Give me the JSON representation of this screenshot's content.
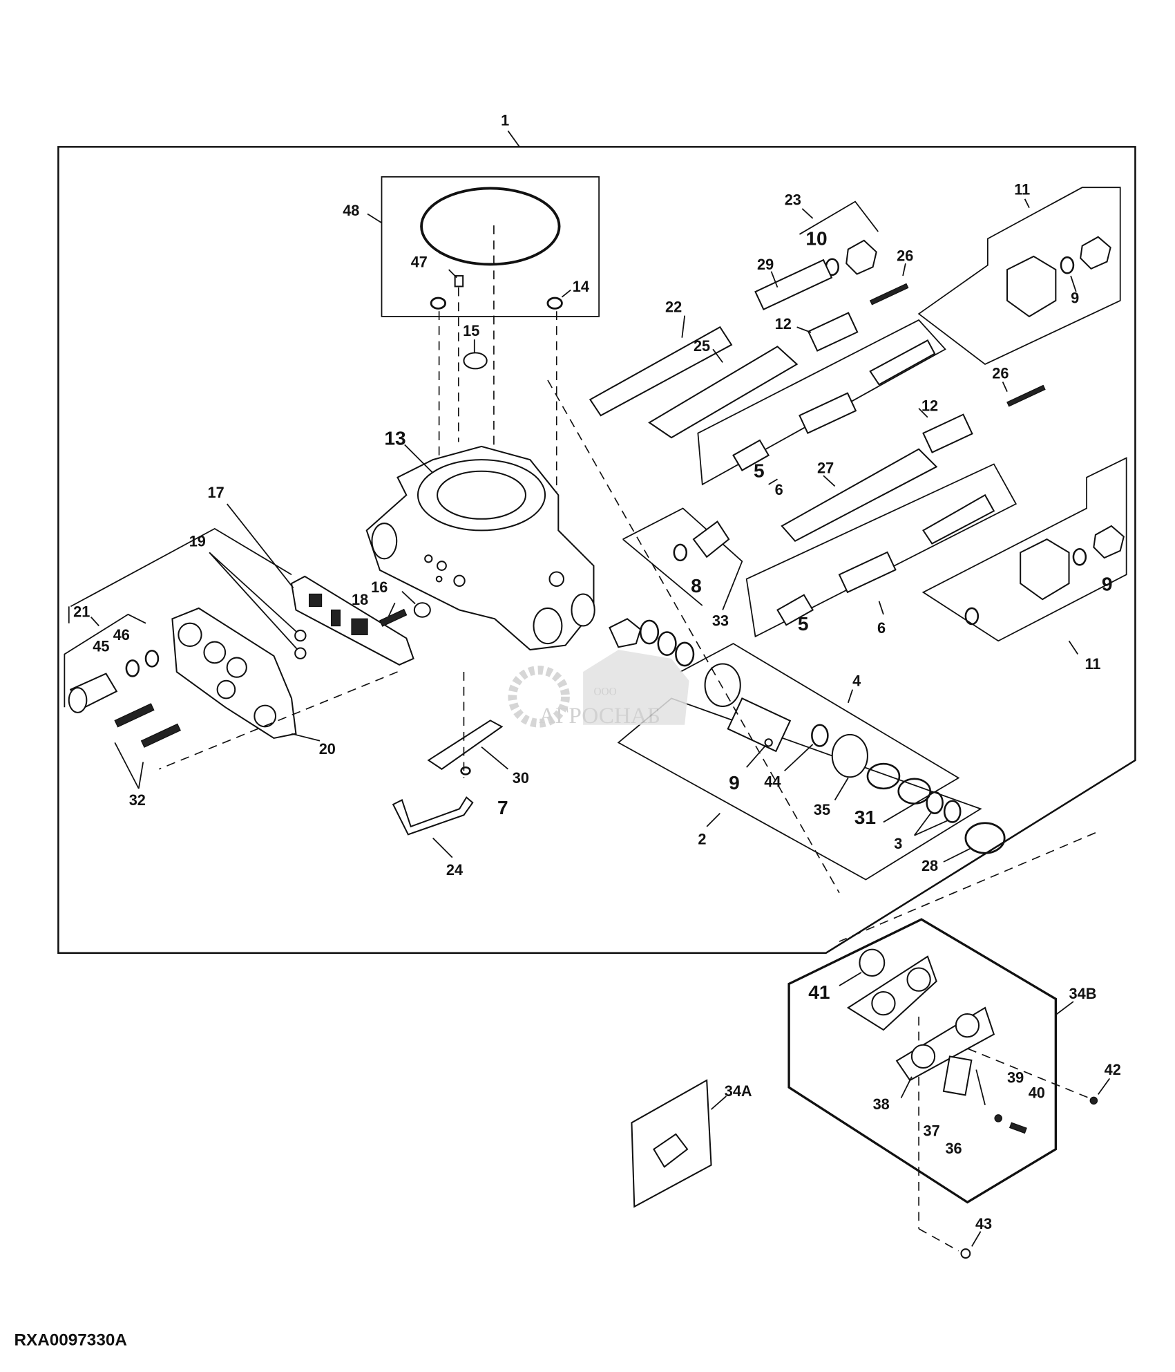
{
  "diagram": {
    "figure_code": "RXA0097330A",
    "watermark": {
      "company_prefix": "ООО",
      "company_name": "АГРОСНАБ"
    },
    "callouts": {
      "c1": "1",
      "c2": "2",
      "c3": "3",
      "c4": "4",
      "c5a": "5",
      "c5b": "5",
      "c6a": "6",
      "c6b": "6",
      "c7": "7",
      "c8": "8",
      "c9a": "9",
      "c9b": "9",
      "c9c": "9",
      "c10": "10",
      "c11a": "11",
      "c11b": "11",
      "c12a": "12",
      "c12b": "12",
      "c13": "13",
      "c14": "14",
      "c15": "15",
      "c16": "16",
      "c17": "17",
      "c18": "18",
      "c19": "19",
      "c20": "20",
      "c21": "21",
      "c22": "22",
      "c23": "23",
      "c24": "24",
      "c25": "25",
      "c26a": "26",
      "c26b": "26",
      "c27": "27",
      "c28": "28",
      "c29": "29",
      "c30": "30",
      "c31": "31",
      "c32": "32",
      "c33": "33",
      "c34a": "34A",
      "c34b": "34B",
      "c35": "35",
      "c36": "36",
      "c37": "37",
      "c38": "38",
      "c39": "39",
      "c40": "40",
      "c41": "41",
      "c42": "42",
      "c43": "43",
      "c44": "44",
      "c45": "45",
      "c46": "46",
      "c47": "47",
      "c48": "48"
    }
  }
}
